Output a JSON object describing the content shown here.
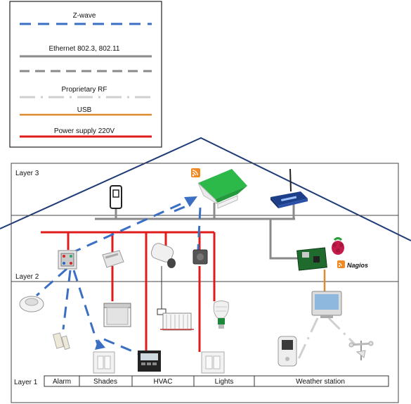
{
  "legend": {
    "entries": [
      {
        "label": "Z-wave",
        "style": "dashed",
        "color": "#3a6fc4"
      },
      {
        "label": "Ethernet 802.3, 802.11",
        "style": "solid",
        "color": "#8a8a8a"
      },
      {
        "label": "",
        "style": "dashed",
        "color": "#8a8a8a"
      },
      {
        "label": "Proprietary RF",
        "style": "dash-dot",
        "color": "#cfcfcf"
      },
      {
        "label": "USB",
        "style": "solid",
        "color": "#e08a30"
      },
      {
        "label": "Power supply 220V",
        "style": "solid",
        "color": "#e01b1b"
      }
    ]
  },
  "layers": {
    "layer3": "Layer 3",
    "layer2": "Layer 2",
    "layer1": "Layer 1"
  },
  "categories": [
    "Alarm",
    "Shades",
    "HVAC",
    "Lights",
    "Weather station"
  ],
  "badges": {
    "nagios": "Nagios"
  },
  "colors": {
    "roof": "#1f3c78",
    "zwave": "#3a6fc4",
    "ethernet": "#8a8a8a",
    "rf": "#d0d0d0",
    "usb": "#e08a30",
    "power": "#e01b1b",
    "gateway": "#2db84a",
    "raspberry": "#c51a4a"
  },
  "icons": [
    "rss-icon",
    "wifi-router-icon",
    "ethernet-socket-icon",
    "gateway-box-icon",
    "raspberry-pi-icon",
    "smoke-detector-icon",
    "door-sensor-icon",
    "shade-blind-icon",
    "radiator-icon",
    "lightbulb-icon",
    "thermostat-icon",
    "wall-switch-icon",
    "weather-display-icon",
    "outdoor-sensor-icon",
    "anemometer-icon"
  ]
}
